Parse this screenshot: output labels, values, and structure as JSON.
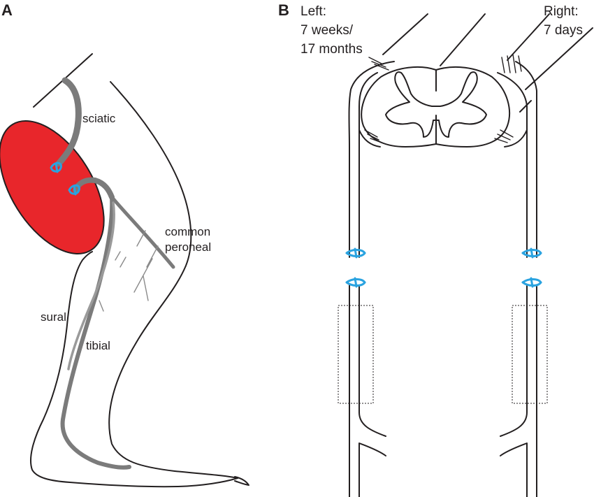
{
  "figure": {
    "panel_a": {
      "letter": "A",
      "labels": {
        "sciatic": "sciatic",
        "common_peroneal_1": "common",
        "common_peroneal_2": "peroneal",
        "sural": "sural",
        "tibial": "tibial"
      }
    },
    "panel_b": {
      "letter": "B",
      "left_header": [
        "Left:",
        "7 weeks/",
        "17 months"
      ],
      "right_header": [
        "Right:",
        "7 days"
      ]
    },
    "colors": {
      "ink": "#231f20",
      "nerve": "#7b7b7b",
      "nerve_light": "#9a9a9a",
      "muscle_red": "#e8262b",
      "ligature_blue": "#2aa3e0"
    }
  }
}
